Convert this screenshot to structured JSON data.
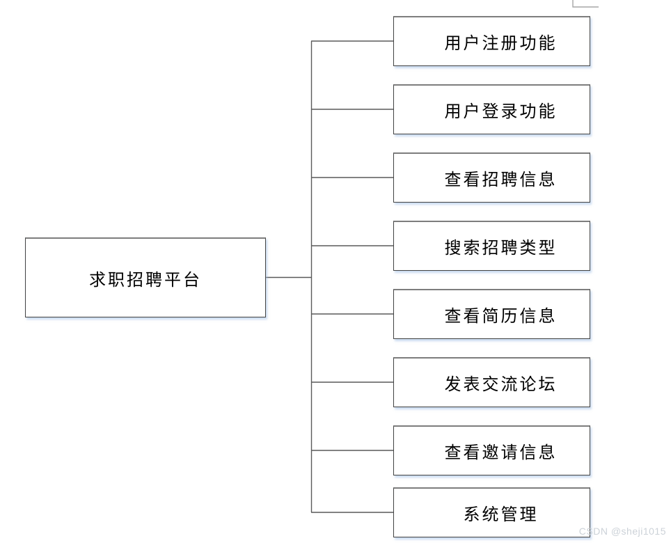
{
  "diagram": {
    "root": {
      "label": "求职招聘平台"
    },
    "children": [
      {
        "label": "用户注册功能"
      },
      {
        "label": "用户登录功能"
      },
      {
        "label": "查看招聘信息"
      },
      {
        "label": "搜索招聘类型"
      },
      {
        "label": "查看简历信息"
      },
      {
        "label": "发表交流论坛"
      },
      {
        "label": "查看邀请信息"
      },
      {
        "label": "系统管理"
      }
    ]
  },
  "watermark": {
    "text": "CSDN @sheji1015"
  },
  "colors": {
    "background": "#ffffff",
    "box_border": "#424242",
    "box_shadow": "#9ebee4",
    "connector": "#595959",
    "corner_mark": "#a6a6a6",
    "watermark_text": "#ccd2d8"
  }
}
